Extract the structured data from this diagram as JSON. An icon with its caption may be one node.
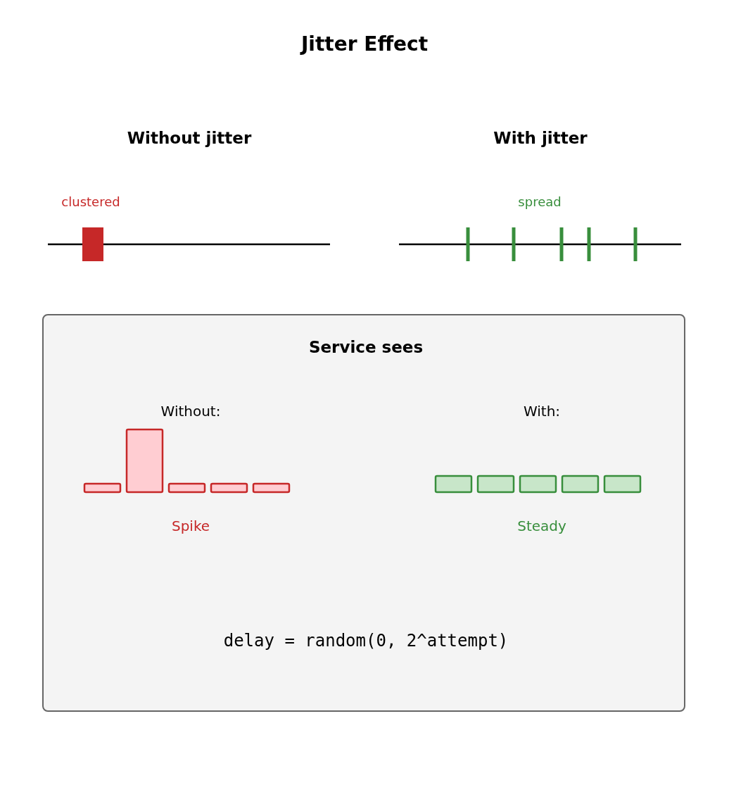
{
  "diagram": {
    "title": "Jitter Effect",
    "nodes": [
      {
        "text": [
          "Service sees"
        ]
      }
    ],
    "labels": [
      "Without jitter",
      "With jitter",
      "clustered",
      "spread",
      "Without:",
      "With:",
      "Spike",
      "Steady",
      "delay = random(0, 2^attempt)"
    ]
  }
}
